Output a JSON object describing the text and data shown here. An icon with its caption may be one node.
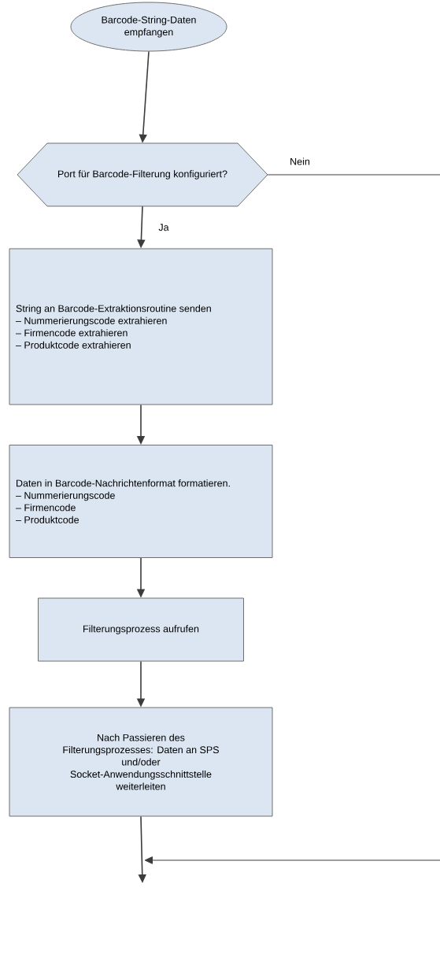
{
  "diagram": {
    "nodes": [
      {
        "text": [
          "Barcode-String-Daten empfangen"
        ]
      },
      {
        "text": [
          "Port für Barcode-Filterung konfiguriert?"
        ]
      },
      {
        "text": [
          "String an Barcode-Extraktionsroutine senden",
          "– Nummerierungscode extrahieren",
          "– Firmencode extrahieren",
          "– Produktcode extrahieren"
        ]
      },
      {
        "text": [
          "Daten in Barcode-Nachrichtenformat formatieren.",
          "– Nummerierungscode",
          "– Firmencode",
          "– Produktcode"
        ]
      },
      {
        "text": [
          "Filterungsprozess aufrufen"
        ]
      },
      {
        "text": [
          "Nach Passieren des Filterungsprozesses: Daten an SPS und/oder Socket-Anwendungsschnittstelle weiterleiten"
        ]
      }
    ],
    "edges": [
      {
        "from": 0,
        "to": 1,
        "arrow": "to"
      },
      {
        "from": 1,
        "to": 2,
        "arrow": "to",
        "label": "Ja"
      },
      {
        "from": 2,
        "to": 3,
        "arrow": "to"
      },
      {
        "from": 3,
        "to": 4,
        "arrow": "to"
      },
      {
        "from": 4,
        "to": 5,
        "arrow": "to"
      },
      {
        "from": 5,
        "to": null,
        "arrow": "to"
      },
      {
        "from": 1,
        "to": null,
        "arrow": "to",
        "label": "Nein"
      }
    ]
  }
}
